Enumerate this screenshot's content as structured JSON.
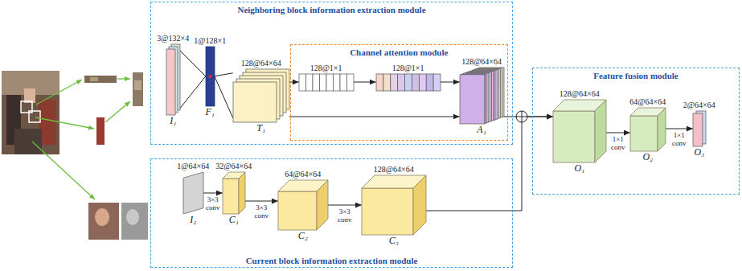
{
  "diagram": {
    "nodes": [
      {
        "text": [
          "Neighboring block information extraction module"
        ]
      },
      {
        "text": [
          "3@132×4",
          "I₁"
        ],
        "in": 0
      },
      {
        "text": [
          "1@128×1",
          "F₁"
        ],
        "in": 0
      },
      {
        "text": [
          "128@64×64",
          "T₁"
        ],
        "in": 0
      },
      {
        "text": [
          "Channel attention module"
        ],
        "in": 0
      },
      {
        "text": [
          "128@1×1"
        ],
        "in": 4
      },
      {
        "text": [
          "128@1×1"
        ],
        "in": 4
      },
      {
        "text": [
          "128@64×64",
          "A₁"
        ],
        "in": 4
      },
      {
        "text": [
          "Current block information extraction module"
        ]
      },
      {
        "text": [
          "1@64×64",
          "I₂"
        ],
        "in": 8
      },
      {
        "text": [
          "32@64×64",
          "C₁"
        ],
        "in": 8
      },
      {
        "text": [
          "64@64×64",
          "C₂"
        ],
        "in": 8
      },
      {
        "text": [
          "128@64×64",
          "C₃"
        ],
        "in": 8
      },
      {
        "text": [
          "Feature fusion module"
        ]
      },
      {
        "text": [
          "128@64×64",
          "O₁"
        ],
        "in": 13
      },
      {
        "text": [
          "64@64×64",
          "O₂"
        ],
        "in": 13
      },
      {
        "text": [
          "2@64×64",
          "O₃"
        ],
        "in": 13
      }
    ],
    "edges": [
      {
        "from": 1,
        "to": 2,
        "arrow": "none"
      },
      {
        "from": 2,
        "to": 3,
        "arrow": "none"
      },
      {
        "from": 3,
        "to": 5,
        "arrow": "to"
      },
      {
        "from": 5,
        "to": 6,
        "arrow": "to"
      },
      {
        "from": 6,
        "to": 7,
        "arrow": "to"
      },
      {
        "from": 3,
        "to": 7,
        "arrow": "to"
      },
      {
        "from": 7,
        "to": 14,
        "arrow": "to"
      },
      {
        "from": 12,
        "to": 14,
        "arrow": "to"
      },
      {
        "from": 9,
        "to": 10,
        "label": "3×3 conv",
        "arrow": "to"
      },
      {
        "from": 10,
        "to": 11,
        "label": "3×3 conv",
        "arrow": "to"
      },
      {
        "from": 11,
        "to": 12,
        "label": "3×3 conv",
        "arrow": "to"
      },
      {
        "from": 14,
        "to": 15,
        "label": "1×1 conv",
        "arrow": "to"
      },
      {
        "from": 15,
        "to": 16,
        "label": "1×1 conv",
        "arrow": "to"
      }
    ]
  }
}
